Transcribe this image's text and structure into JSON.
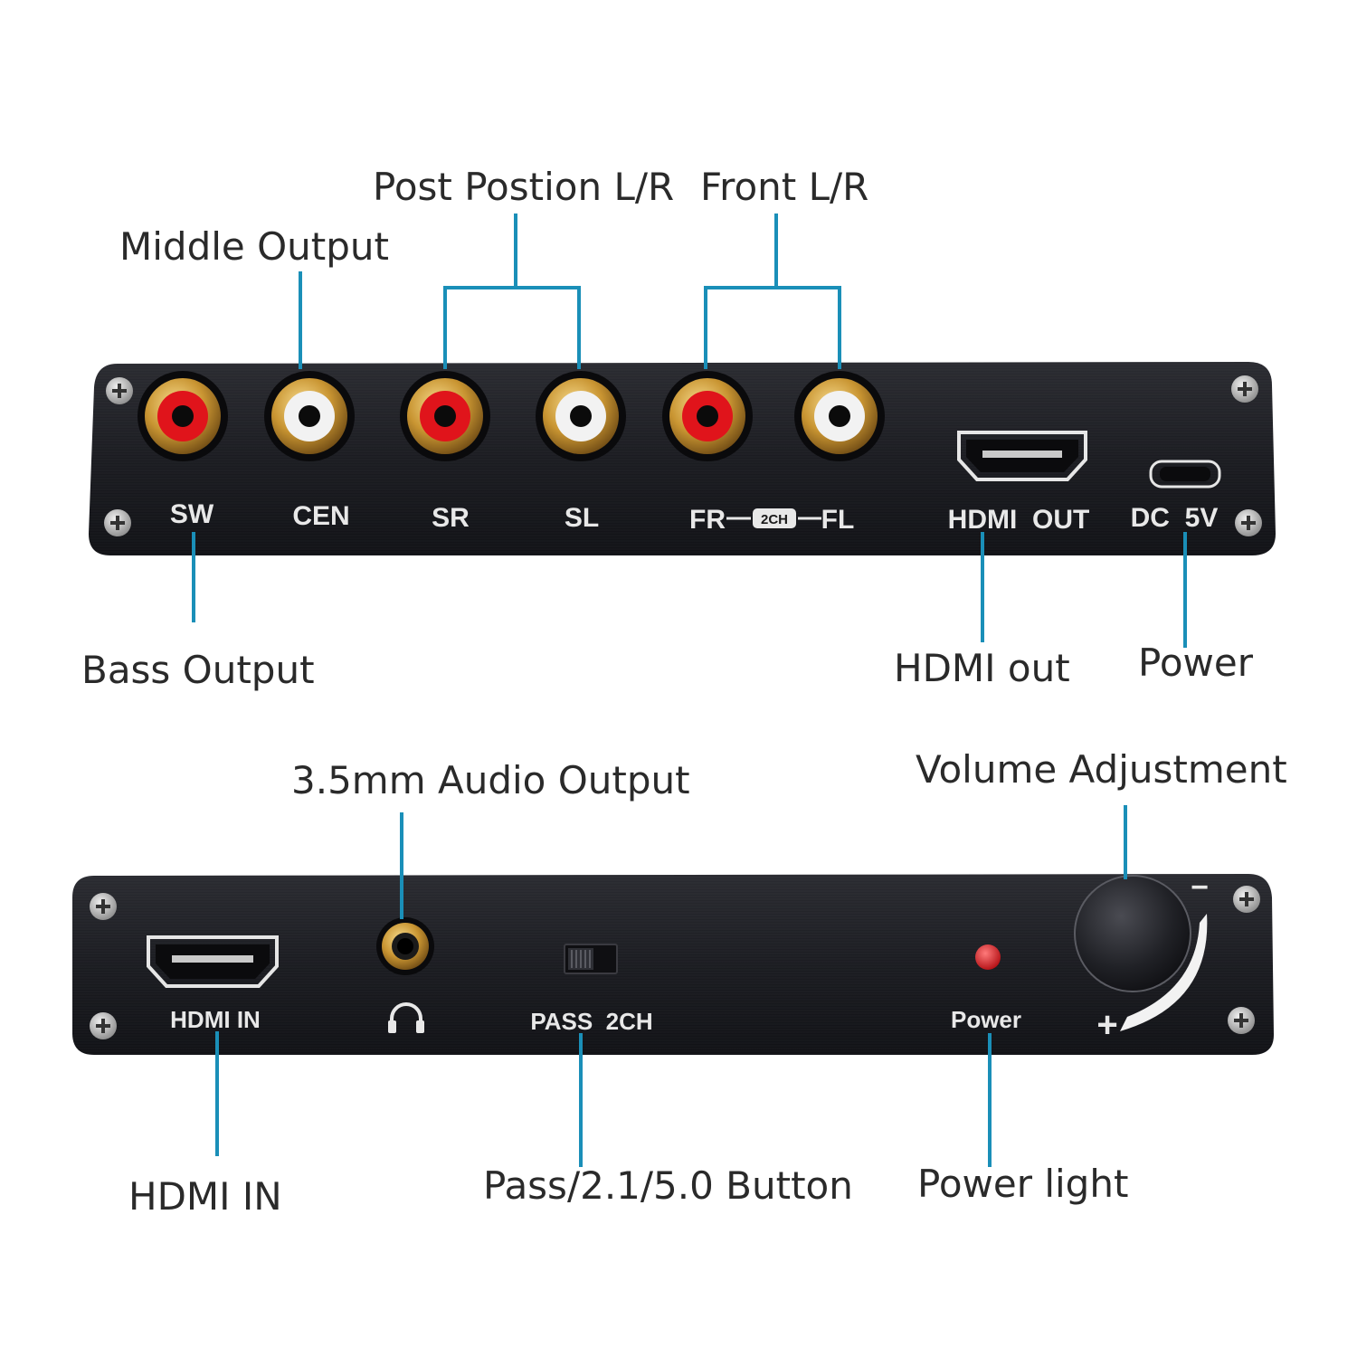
{
  "callouts": {
    "post_position": "Post Postion L/R",
    "front": "Front L/R",
    "middle_output": "Middle Output",
    "bass_output": "Bass Output",
    "hdmi_out": "HDMI out",
    "power": "Power",
    "audio_35": "3.5mm Audio Output",
    "volume": "Volume Adjustment",
    "hdmi_in": "HDMI IN",
    "pass_button": "Pass/2.1/5.0 Button",
    "power_light": "Power light"
  },
  "panel_labels": {
    "sw": "SW",
    "cen": "CEN",
    "sr": "SR",
    "sl": "SL",
    "fr": "FR",
    "badge_2ch": "2CH",
    "fl": "FL",
    "hdmi_out": "HDMI  OUT",
    "dc5v": "DC  5V",
    "hdmi_in": "HDMI IN",
    "pass_2ch": "PASS  2CH",
    "power": "Power",
    "minus": "−",
    "plus": "+"
  },
  "colors": {
    "leader_line": "#1a8fb8",
    "panel": "#1c1d22",
    "rca_red": "#e0141b",
    "rca_white": "#f2f2f2",
    "gold": "#d4a23a",
    "led": "#d9141a"
  },
  "icons": [
    "screw-icon",
    "headphone-icon",
    "hdmi-port-icon",
    "usb-micro-port-icon",
    "knob-icon"
  ]
}
